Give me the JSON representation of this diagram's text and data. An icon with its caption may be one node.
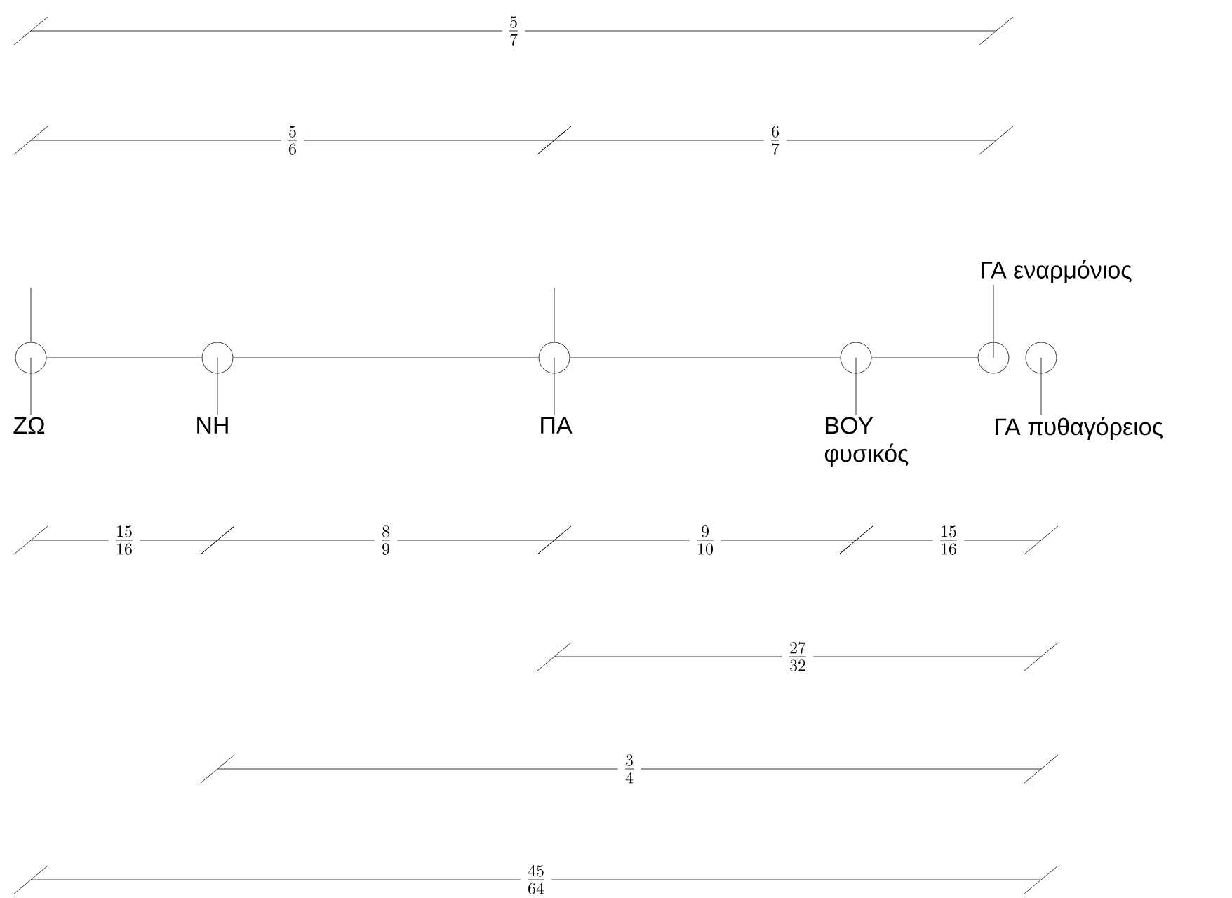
{
  "diagram": {
    "nodes": [
      {
        "text": [
          "ΓΑ εναρμόνιος"
        ]
      },
      {
        "text": [],
        "shape": "circle"
      },
      {
        "text": [],
        "shape": "circle"
      },
      {
        "text": [],
        "shape": "circle"
      },
      {
        "text": [],
        "shape": "circle"
      },
      {
        "text": [],
        "shape": "circle"
      },
      {
        "text": [],
        "shape": "circle"
      },
      {
        "text": [
          "ΖΩ"
        ]
      },
      {
        "text": [
          "ΝΗ"
        ]
      },
      {
        "text": [
          "ΠΑ"
        ]
      },
      {
        "text": [
          "ΒΟΥ φυσικός"
        ]
      },
      {
        "text": [
          "ΓΑ πυθαγόρειος"
        ]
      }
    ],
    "edges": [
      {
        "from": 1,
        "to": 2,
        "arrow": "none"
      },
      {
        "from": 2,
        "to": 3,
        "arrow": "none"
      },
      {
        "from": 3,
        "to": 4,
        "arrow": "none"
      },
      {
        "from": 4,
        "to": 5,
        "arrow": "none"
      },
      {
        "from": 0,
        "to": 5,
        "arrow": "none"
      },
      {
        "from": 7,
        "to": 1,
        "arrow": "none"
      },
      {
        "from": 8,
        "to": 2,
        "arrow": "none"
      },
      {
        "from": 9,
        "to": 3,
        "arrow": "none"
      },
      {
        "from": 10,
        "to": 4,
        "arrow": "none"
      },
      {
        "from": 11,
        "to": 6,
        "arrow": "none"
      }
    ],
    "labels": [
      "\\frac{5}{7}",
      "\\frac{5}{6}",
      "\\frac{6}{7}",
      "\\frac{15}{16}",
      "\\frac{8}{9}",
      "\\frac{9}{10}",
      "\\frac{15}{16}",
      "\\frac{27}{32}",
      "\\frac{3}{4}",
      "\\frac{45}{64}"
    ]
  }
}
